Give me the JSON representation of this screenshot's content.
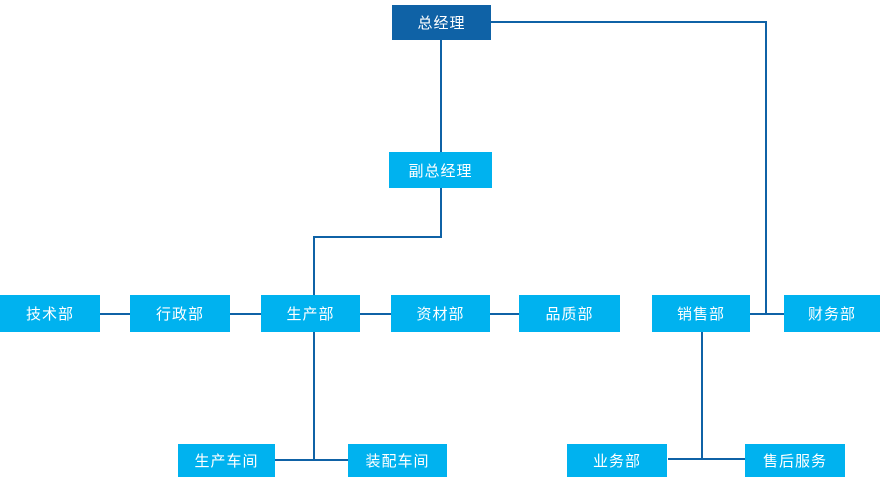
{
  "diagram": {
    "type": "org-chart",
    "colors": {
      "background": "#ffffff",
      "root_fill": "#0f62a6",
      "node_fill": "#00b2ef",
      "line": "#0f62a6",
      "text": "#ffffff"
    },
    "nodes": {
      "general_manager": {
        "label": "总经理"
      },
      "deputy_general_manager": {
        "label": "副总经理"
      },
      "technical_dept": {
        "label": "技术部"
      },
      "admin_dept": {
        "label": "行政部"
      },
      "production_dept": {
        "label": "生产部"
      },
      "materials_dept": {
        "label": "资材部"
      },
      "quality_dept": {
        "label": "品质部"
      },
      "sales_dept": {
        "label": "销售部"
      },
      "finance_dept": {
        "label": "财务部"
      },
      "production_workshop": {
        "label": "生产车间"
      },
      "assembly_workshop": {
        "label": "装配车间"
      },
      "business_dept": {
        "label": "业务部"
      },
      "after_sales_service": {
        "label": "售后服务"
      }
    },
    "edges": [
      {
        "from": "总经理",
        "to": "副总经理"
      },
      {
        "from": "总经理",
        "to": "销售部-财务部连接线"
      },
      {
        "from": "副总经理",
        "to": "生产部"
      },
      {
        "from": "技术部",
        "to": "行政部"
      },
      {
        "from": "行政部",
        "to": "生产部"
      },
      {
        "from": "生产部",
        "to": "资材部"
      },
      {
        "from": "资材部",
        "to": "品质部"
      },
      {
        "from": "销售部",
        "to": "财务部"
      },
      {
        "from": "生产部",
        "to": "生产车间"
      },
      {
        "from": "生产部",
        "to": "装配车间"
      },
      {
        "from": "销售部",
        "to": "业务部"
      },
      {
        "from": "销售部",
        "to": "售后服务"
      }
    ]
  }
}
